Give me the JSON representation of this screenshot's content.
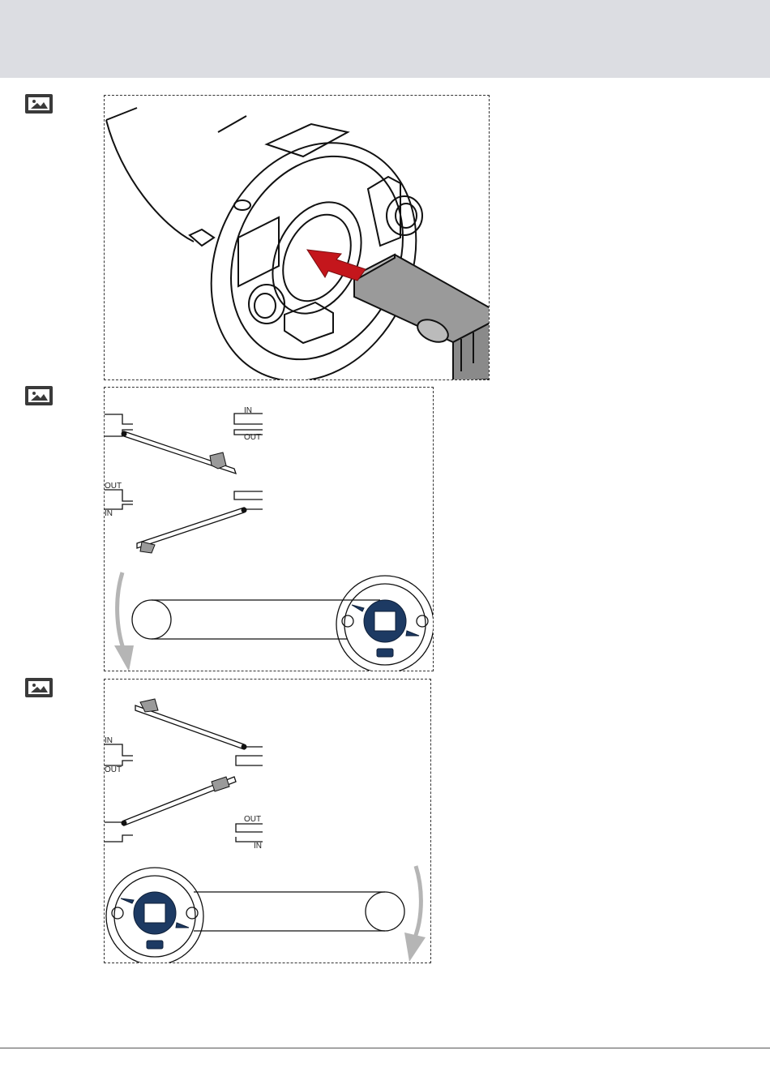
{
  "figures": [
    {
      "icon": "image-icon"
    },
    {
      "icon": "image-icon",
      "labels": {
        "top_in": "IN",
        "top_out": "OUT",
        "mid_out": "OUT",
        "mid_in": "IN"
      }
    },
    {
      "icon": "image-icon",
      "labels": {
        "top_in": "IN",
        "top_out": "OUT",
        "bot_out": "OUT",
        "bot_in": "IN"
      }
    }
  ],
  "colors": {
    "header": "#dcdde2",
    "arrow_red": "#c4161c",
    "hub_blue": "#1d3a63",
    "arrow_gray": "#b5b5b5"
  }
}
